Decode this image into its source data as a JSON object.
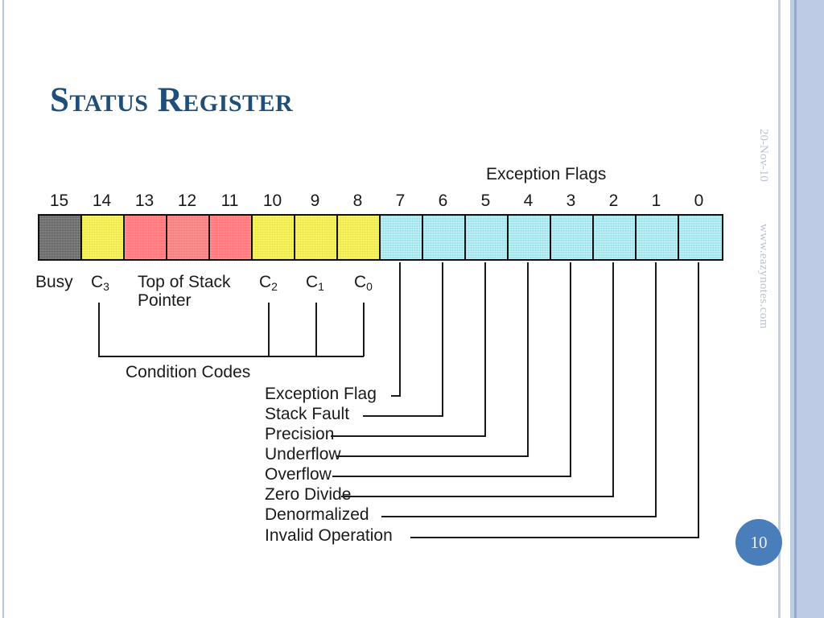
{
  "slide": {
    "title": "Status Register",
    "page_number": "10",
    "side_date": "20-Nov-10",
    "side_url": "www.eazynotes.com",
    "accent_color": "#1f4e79",
    "badge_color": "#4a7ebb",
    "stripe_color": "#bdcbe4"
  },
  "diagram": {
    "exception_header": "Exception Flags",
    "condition_codes_label": "Condition Codes",
    "bit_numbers": [
      "15",
      "14",
      "13",
      "12",
      "11",
      "10",
      "9",
      "8",
      "7",
      "6",
      "5",
      "4",
      "3",
      "2",
      "1",
      "0"
    ],
    "cells": [
      {
        "bit": "15",
        "color": "#6e6e6e",
        "class": "c-gray",
        "group": "busy"
      },
      {
        "bit": "14",
        "color": "#fbf55c",
        "class": "c-yellow",
        "group": "condition-code"
      },
      {
        "bit": "13",
        "color": "#fa7272",
        "class": "c-red",
        "group": "top-of-stack-pointer"
      },
      {
        "bit": "12",
        "color": "#fa7272",
        "class": "c-red",
        "group": "top-of-stack-pointer"
      },
      {
        "bit": "11",
        "color": "#fa7272",
        "class": "c-red",
        "group": "top-of-stack-pointer"
      },
      {
        "bit": "10",
        "color": "#fbf55c",
        "class": "c-yellow",
        "group": "condition-code"
      },
      {
        "bit": "9",
        "color": "#fbf55c",
        "class": "c-yellow",
        "group": "condition-code"
      },
      {
        "bit": "8",
        "color": "#fbf55c",
        "class": "c-yellow",
        "group": "condition-code"
      },
      {
        "bit": "7",
        "color": "#a9eaf2",
        "class": "c-cyan",
        "group": "exception-flag"
      },
      {
        "bit": "6",
        "color": "#a9eaf2",
        "class": "c-cyan",
        "group": "exception-flag"
      },
      {
        "bit": "5",
        "color": "#a9eaf2",
        "class": "c-cyan",
        "group": "exception-flag"
      },
      {
        "bit": "4",
        "color": "#a9eaf2",
        "class": "c-cyan",
        "group": "exception-flag"
      },
      {
        "bit": "3",
        "color": "#a9eaf2",
        "class": "c-cyan",
        "group": "exception-flag"
      },
      {
        "bit": "2",
        "color": "#a9eaf2",
        "class": "c-cyan",
        "group": "exception-flag"
      },
      {
        "bit": "1",
        "color": "#a9eaf2",
        "class": "c-cyan",
        "group": "exception-flag"
      },
      {
        "bit": "0",
        "color": "#a9eaf2",
        "class": "c-cyan",
        "group": "exception-flag"
      }
    ],
    "field_labels": {
      "busy": "Busy",
      "c3": "C",
      "c3_sub": "3",
      "top_of_stack_line1": "Top of Stack",
      "top_of_stack_line2": "Pointer",
      "c2": "C",
      "c2_sub": "2",
      "c1": "C",
      "c1_sub": "1",
      "c0": "C",
      "c0_sub": "0"
    },
    "exception_flags": [
      {
        "bit": "7",
        "label": "Exception Flag"
      },
      {
        "bit": "6",
        "label": "Stack Fault"
      },
      {
        "bit": "5",
        "label": "Precision"
      },
      {
        "bit": "4",
        "label": "Underflow"
      },
      {
        "bit": "3",
        "label": "Overflow"
      },
      {
        "bit": "2",
        "label": "Zero Divide"
      },
      {
        "bit": "1",
        "label": "Denormalized"
      },
      {
        "bit": "0",
        "label": "Invalid Operation"
      }
    ]
  }
}
